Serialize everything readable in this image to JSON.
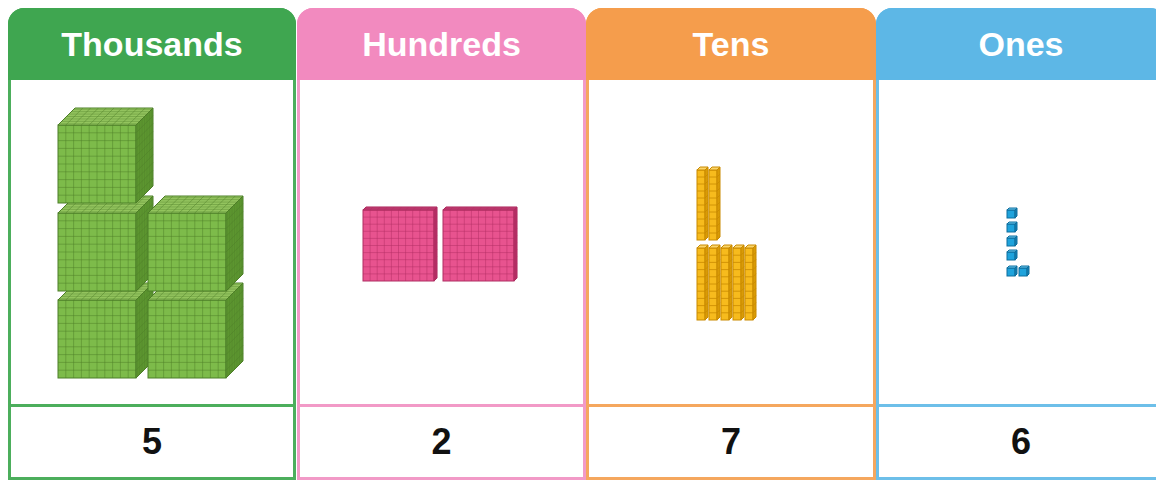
{
  "diagram": {
    "nodes": [
      {
        "text": [
          "Thousands",
          "5"
        ]
      },
      {
        "text": [
          "Hundreds",
          "2"
        ]
      },
      {
        "text": [
          "Tens",
          "7"
        ]
      },
      {
        "text": [
          "Ones",
          "6"
        ]
      }
    ]
  }
}
